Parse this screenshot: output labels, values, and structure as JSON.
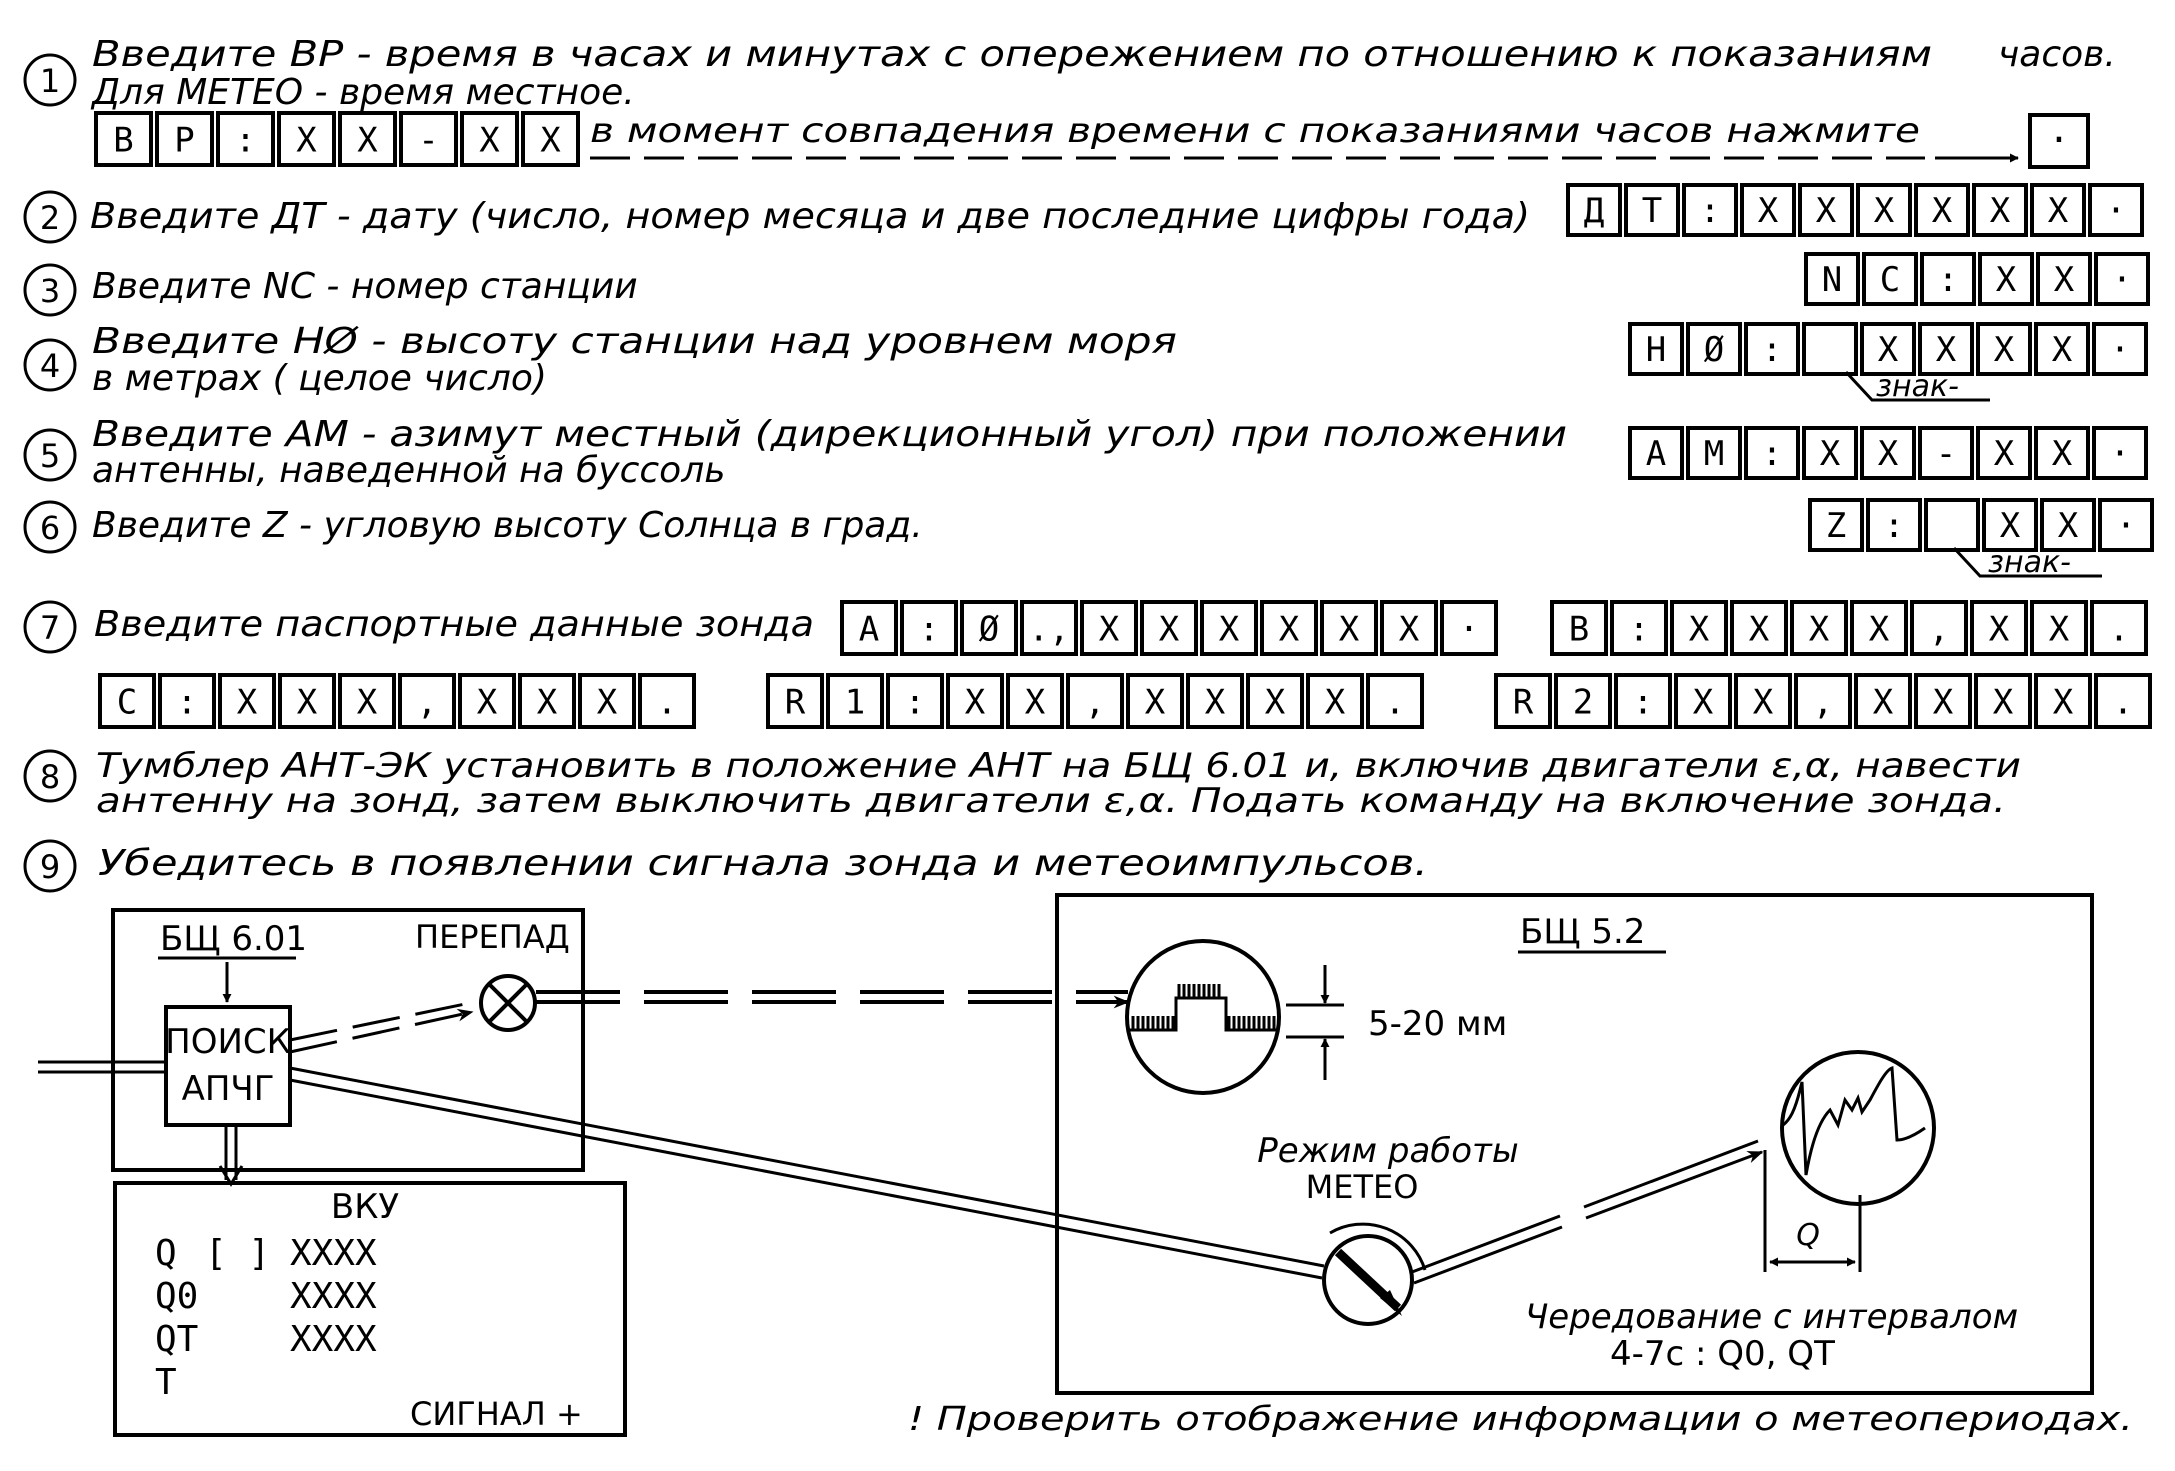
{
  "steps": [
    {
      "num": "1",
      "lines": [
        "Введите ВР - время  в часах  и минутах с опережением по отношению к показаниям",
        "Для  МЕТЕО - время  местное."
      ],
      "suffix": "часов.",
      "note": "в момент совпадения  времени  с показаниями  часов  нажмите",
      "cells": [
        "В",
        "Р",
        ":",
        "X",
        "X",
        "-",
        "X",
        "X"
      ],
      "press": "·"
    },
    {
      "num": "2",
      "lines": [
        "Введите ДТ - дату (число, номер месяца и две последние цифры года)"
      ],
      "cells": [
        "Д",
        "Т",
        ":",
        "X",
        "X",
        "X",
        "X",
        "X",
        "X",
        "·"
      ]
    },
    {
      "num": "3",
      "lines": [
        "Введите  NC - номер станции"
      ],
      "cells": [
        "N",
        "C",
        ":",
        "X",
        "X",
        "·"
      ]
    },
    {
      "num": "4",
      "lines": [
        "Введите  HØ - высоту  станции над уровнем моря",
        "в метрах ( целое число)"
      ],
      "cells": [
        "H",
        "Ø",
        ":",
        "",
        "X",
        "X",
        "X",
        "X",
        "·"
      ],
      "sign": "знак-"
    },
    {
      "num": "5",
      "lines": [
        "Введите  АМ - азимут  местный (дирекционный угол) при положении",
        "антенны,  наведенной  на буссоль"
      ],
      "cells": [
        "А",
        "М",
        ":",
        "X",
        "X",
        "-",
        "X",
        "X",
        "·"
      ]
    },
    {
      "num": "6",
      "lines": [
        "Введите Z - угловую высоту  Солнца  в град."
      ],
      "cells": [
        "Z",
        ":",
        "",
        "X",
        "X",
        "·"
      ],
      "sign": "знак-"
    },
    {
      "num": "7",
      "lines": [
        "Введите паспортные данные зонда"
      ],
      "groups": [
        [
          "А",
          ":",
          "Ø",
          ".,",
          "X",
          "X",
          "X",
          "X",
          "X",
          "X",
          "·"
        ],
        [
          "В",
          ":",
          "X",
          "X",
          "X",
          "X",
          ",",
          "X",
          "X",
          "."
        ],
        [
          "С",
          ":",
          "X",
          "X",
          "X",
          ",",
          "X",
          "X",
          "X",
          "."
        ],
        [
          "R",
          "1",
          ":",
          "X",
          "X",
          ",",
          "X",
          "X",
          "X",
          "X",
          "."
        ],
        [
          "R",
          "2",
          ":",
          "X",
          "X",
          ",",
          "X",
          "X",
          "X",
          "X",
          "."
        ]
      ]
    },
    {
      "num": "8",
      "lines": [
        "Тумблер АНТ-ЭК установить в положение АНТ на БЩ 6.01 и, включив двигатели ε,α, навести",
        "антенну на зонд, затем выключить двигатели ε,α. Подать команду на включение зонда."
      ]
    },
    {
      "num": "9",
      "lines": [
        "Убедитесь  в появлении   сигнала  зонда  и  метеоимпульсов."
      ]
    }
  ],
  "diagram": {
    "panel_left": "БЩ 6.01",
    "perepad": "ПЕРЕПАД",
    "search_lines": [
      "ПОИСК",
      "АПЧГ"
    ],
    "vku_title": "ВКУ",
    "vku_rows": [
      [
        "Q",
        "[ ]",
        "XXXX"
      ],
      [
        "Q0",
        "",
        "XXXX"
      ],
      [
        "QT",
        "",
        "XXXX"
      ],
      [
        "T",
        "",
        ""
      ]
    ],
    "signal": "СИГНАЛ +",
    "panel_right": "БЩ 5.2",
    "amplitude": "5-20 мм",
    "mode_lines": [
      "Режим работы",
      "МЕТЕО"
    ],
    "q_label": "Q",
    "alternation_lines": [
      "Чередование с интервалом",
      "4-7с : Q0, QT"
    ],
    "check_note": "! Проверить отображение информации  о  метеопериодах."
  }
}
